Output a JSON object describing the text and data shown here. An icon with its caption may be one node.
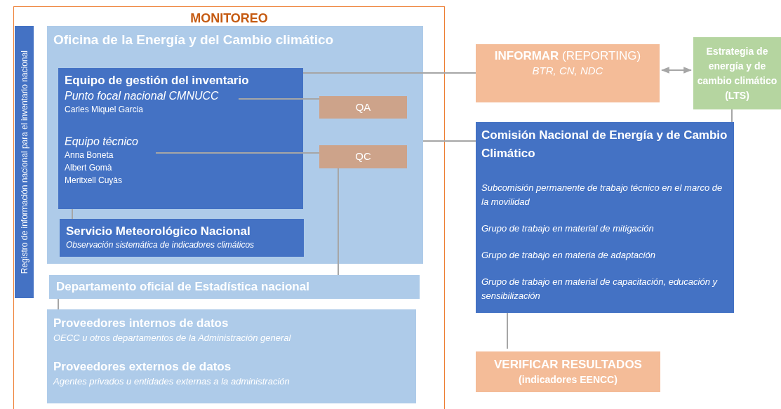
{
  "diagram": {
    "nodes": [
      {
        "text": [
          "MONITOREO"
        ]
      },
      {
        "text": [
          "Registro de información nacional para el inventario nacional"
        ],
        "in": 0
      },
      {
        "text": [
          "Oficina de la Energía y del Cambio climático"
        ],
        "in": 0
      },
      {
        "text": [
          "Equipo de gestión del inventario",
          "Punto focal nacional CMNUCC",
          "Carles Miquel Garcia",
          "Equipo técnico",
          "Anna Boneta",
          "Albert Gomà",
          "Meritxell Cuyàs"
        ],
        "in": 2
      },
      {
        "text": [
          "QA"
        ],
        "in": 2
      },
      {
        "text": [
          "QC"
        ],
        "in": 2
      },
      {
        "text": [
          "Servicio Meteorológico Nacional",
          "Observación sistemática de indicadores climáticos"
        ],
        "in": 2
      },
      {
        "text": [
          "Departamento oficial de Estadística nacional"
        ],
        "in": 0
      },
      {
        "text": [
          "Proveedores internos de datos",
          "OECC u otros departamentos de la Administración general",
          "Proveedores externos de datos",
          "Agentes privados u entidades externas a la administración"
        ],
        "in": 0
      },
      {
        "text": [
          "**INFORMAR** (REPORTING)",
          "BTR, CN, NDC"
        ]
      },
      {
        "text": [
          "Estrategia de energía y de cambio climático (LTS)"
        ]
      },
      {
        "text": [
          "Comisión Nacional de Energía y de Cambio Climático",
          "Subcomisión permanente de trabajo técnico en el marco de la movilidad",
          "Grupo de trabajo en material de mitigación",
          "Grupo de trabajo en materia de adaptación",
          "Grupo de trabajo en material de capacitación, educación y sensibilización"
        ]
      },
      {
        "text": [
          "VERIFICAR RESULTADOS",
          "(indicadores EENCC)"
        ]
      }
    ],
    "edges": [
      {
        "from": 3,
        "to": 9,
        "arrow": "none"
      },
      {
        "from": 3,
        "to": 4,
        "arrow": "none"
      },
      {
        "from": 3,
        "to": 5,
        "arrow": "none"
      },
      {
        "from": 9,
        "to": 10,
        "arrow": "both"
      },
      {
        "from": 2,
        "to": 11,
        "arrow": "none"
      },
      {
        "from": 10,
        "to": 11,
        "arrow": "none"
      },
      {
        "from": 5,
        "to": 7,
        "arrow": "none"
      },
      {
        "from": 3,
        "to": 6,
        "arrow": "none"
      },
      {
        "from": 7,
        "to": 8,
        "arrow": "none"
      },
      {
        "from": 11,
        "to": 12,
        "arrow": "none"
      }
    ]
  }
}
